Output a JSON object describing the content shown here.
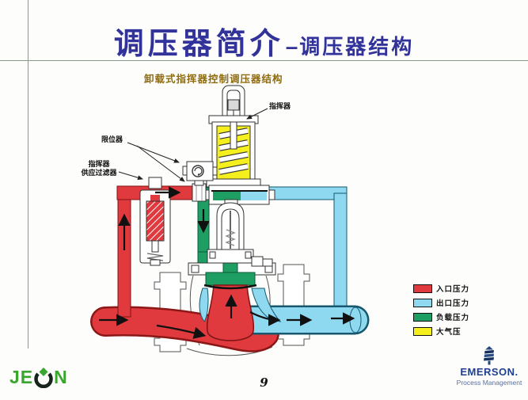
{
  "slide": {
    "title_main": "调压器简介",
    "title_separator": "–",
    "title_sub": "调压器结构",
    "caption": "卸载式指挥器控制调压器结构",
    "page_number": "9"
  },
  "diagram": {
    "labels": {
      "pilot": "指挥器",
      "limiter": "限位器",
      "filter_line1": "指挥器",
      "filter_line2": "供应过滤器"
    },
    "legend": {
      "items": [
        {
          "name": "inlet-pressure",
          "label": "入口压力",
          "color": "#e03a3e"
        },
        {
          "name": "outlet-pressure",
          "label": "出口压力",
          "color": "#8ed8f0"
        },
        {
          "name": "loading-pressure",
          "label": "负载压力",
          "color": "#1f9e63"
        },
        {
          "name": "atmospheric-pressure",
          "label": "大气压",
          "color": "#f4ef1d"
        }
      ]
    }
  },
  "footer": {
    "jeon_je": "JE",
    "jeon_n": "N",
    "jeon_full": "JEON",
    "emerson_line1": "EMERSON.",
    "emerson_line2": "Process Management"
  },
  "colors": {
    "title": "#32329b",
    "caption": "#8f6b10",
    "inlet_red": "#e03a3e",
    "outlet_blue": "#8ed8f0",
    "loading_green": "#1f9e63",
    "atmosphere_yellow": "#f4ef1d",
    "rule_line": "#8a9a8a"
  }
}
